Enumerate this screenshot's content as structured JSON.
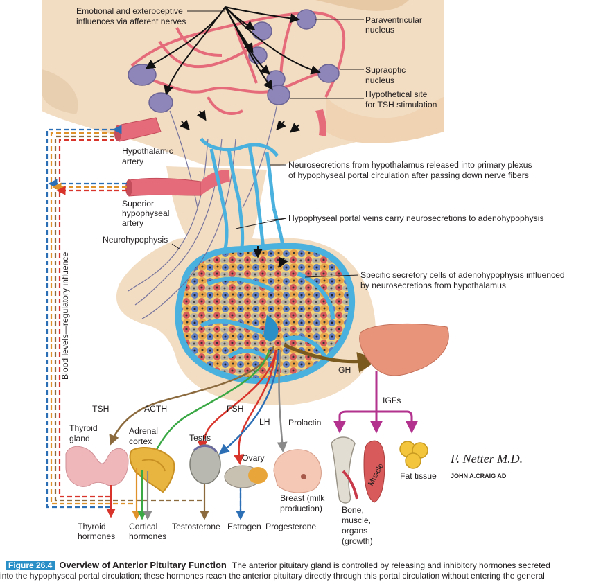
{
  "labels": {
    "emotional": [
      "Emotional and exteroceptive",
      "influences via afferent nerves"
    ],
    "paraventricular": [
      "Paraventricular",
      "nucleus"
    ],
    "supraoptic": [
      "Supraoptic",
      "nucleus"
    ],
    "tsh_site": [
      "Hypothetical site",
      "for TSH stimulation"
    ],
    "hypothalamic_artery": [
      "Hypothalamic",
      "artery"
    ],
    "neurosecretions": [
      "Neurosecretions from hypothalamus released into primary plexus",
      "of hypophyseal portal circulation after passing down nerve fibers"
    ],
    "superior_artery": [
      "Superior",
      "hypophyseal",
      "artery"
    ],
    "portal_veins": "Hypophyseal portal veins carry neurosecretions to adenohypophysis",
    "neurohypophysis": "Neurohypophysis",
    "secretory_cells": [
      "Specific secretory cells of adenohypophysis influenced",
      "by neurosecretions from hypothalamus"
    ],
    "blood_levels": "Blood levels—regulatory influence",
    "gh": "GH",
    "igfs": "IGFs",
    "tsh": "TSH",
    "acth": "ACTH",
    "fsh": "FSH",
    "lh": "LH",
    "prolactin": "Prolactin",
    "thyroid_gland": [
      "Thyroid",
      "gland"
    ],
    "adrenal_cortex": [
      "Adrenal",
      "cortex"
    ],
    "testis": "Testis",
    "ovary": "Ovary",
    "breast": [
      "Breast (milk",
      "production)"
    ],
    "bone": [
      "Bone,",
      "muscle,",
      "organs",
      "(growth)"
    ],
    "muscle": "Muscle",
    "fat_tissue": "Fat tissue",
    "thyroid_hormones": [
      "Thyroid",
      "hormones"
    ],
    "cortical_hormones": [
      "Cortical",
      "hormones"
    ],
    "testosterone": "Testosterone",
    "estrogen": "Estrogen",
    "progesterone": "Progesterone",
    "signature": "F. Netter M.D.",
    "craig": "JOHN A.CRAIG AD"
  },
  "caption": {
    "tag": "Figure 26.4",
    "title": "Overview of Anterior Pituitary Function",
    "line1": "The anterior pituitary gland is controlled by releasing and inhibitory hormones secreted",
    "line2": "into the hypophyseal portal circulation; these hormones reach the anterior pituitary directly through this portal circulation without entering the general"
  },
  "colors": {
    "tsh": "#8b6a3e",
    "acth": "#3aa845",
    "fsh": "#d9342b",
    "lh": "#2d6fb5",
    "prolactin": "#8a8a8a",
    "gh": "#7a5a1e",
    "igf": "#b2328e",
    "portal": "#4ab0dd",
    "nucleus": "#8e86b8",
    "vessel": "#e56b7a",
    "caption_tag": "#2a8fc6"
  }
}
